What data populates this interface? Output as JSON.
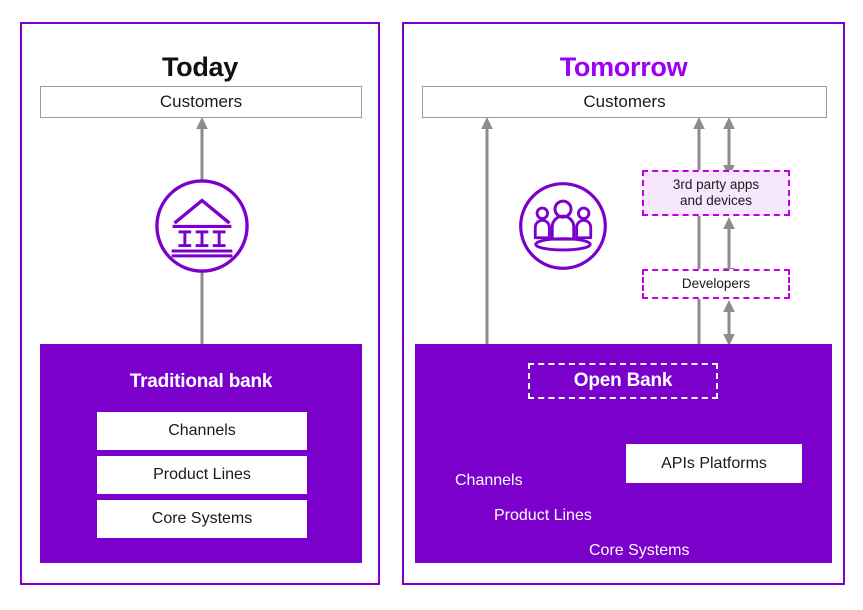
{
  "diagram": {
    "title_hidden": "Today vs Tomorrow open banking architecture",
    "colors": {
      "purple": "#7B00CC",
      "bright_purple": "#9B00F5",
      "magenta_dashed": "#C000E0",
      "lavender_fill": "#F6E7FD",
      "gray_border": "#9A9A9A",
      "gray_arrow": "#8C8C8C",
      "white": "#FFFFFF",
      "black": "#111111"
    }
  },
  "today": {
    "title": "Today",
    "customers_label": "Customers",
    "bank_icon_name": "traditional-bank-icon",
    "block_title": "Traditional bank",
    "rows": [
      {
        "label": "Channels"
      },
      {
        "label": "Product Lines"
      },
      {
        "label": "Core Systems"
      }
    ]
  },
  "tomorrow": {
    "title": "Tomorrow",
    "customers_label": "Customers",
    "people_icon_name": "customers-people-icon",
    "third_party_label_line1": "3rd party apps",
    "third_party_label_line2": "and devices",
    "developers_label": "Developers",
    "open_bank_label": "Open Bank",
    "apis_label": "APIs Platforms",
    "stack_labels": [
      {
        "label": "Channels"
      },
      {
        "label": "Product Lines"
      },
      {
        "label": "Core Systems"
      }
    ]
  }
}
